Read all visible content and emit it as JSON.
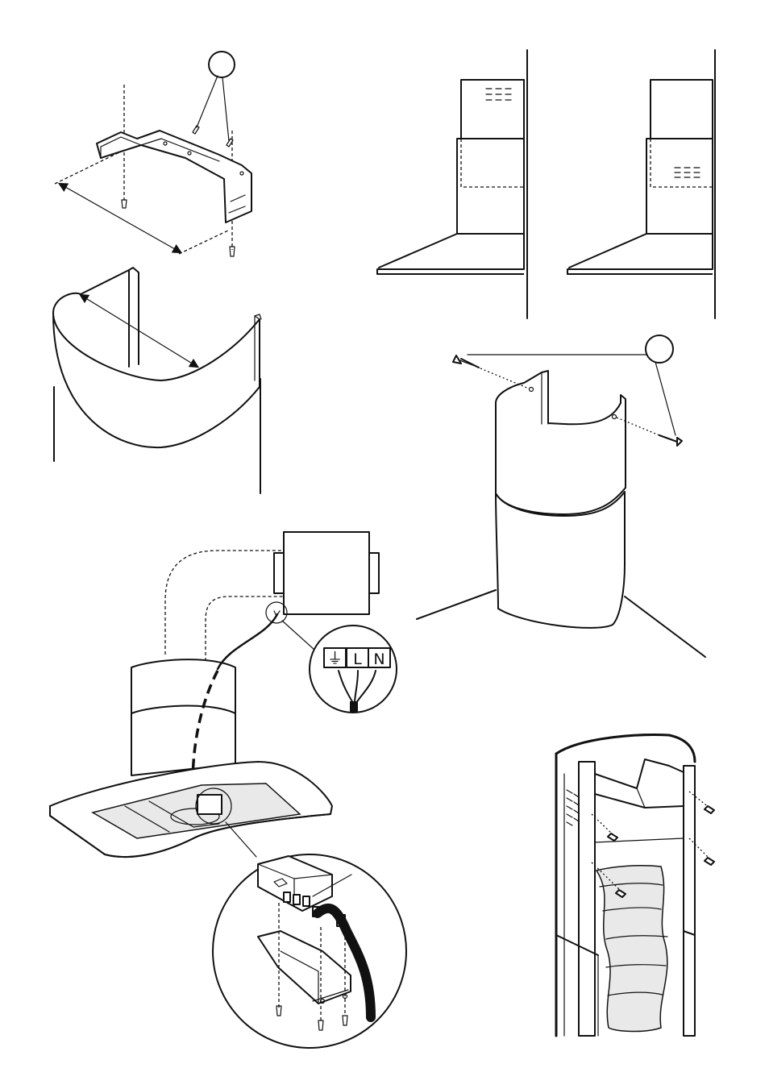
{
  "wiring_terminals": {
    "earth_symbol": "⏚",
    "live_label": "L",
    "neutral_label": "N"
  },
  "callout_markers": [
    {
      "id": "bracket-screws",
      "text": ""
    },
    {
      "id": "chimney-screws",
      "text": ""
    }
  ],
  "colors": {
    "line": "#111111",
    "background": "#ffffff"
  }
}
